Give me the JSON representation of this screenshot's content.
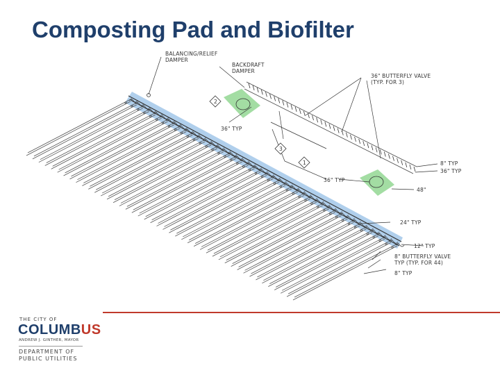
{
  "slide": {
    "title": "Composting Pad and Biofilter"
  },
  "diagram": {
    "labels": {
      "balancing_damper_1": "BALANCING/RELIEF",
      "balancing_damper_2": "DAMPER",
      "backdraft_damper_1": "BACKDRAFT",
      "backdraft_damper_2": "DAMPER",
      "butterfly_36_1": "36\" BUTTERFLY VALVE",
      "butterfly_36_2": "(TYP. FOR 3)",
      "typ_36_a": "36\" TYP",
      "typ_36_b": "36\" TYP",
      "typ_8_top": "8\" TYP",
      "typ_36_right": "36\" TYP",
      "size_48": "48\"",
      "typ_24": "24\" TYP",
      "typ_12": "12\" TYP",
      "butterfly_8_1": "8\" BUTTERFLY VALVE",
      "butterfly_8_2": "TYP (TYP. FOR 44)",
      "typ_8_bottom": "8\" TYP",
      "callout_2": "2",
      "callout_3": "3",
      "callout_1": "1"
    },
    "colors": {
      "highlight_blue": "#6fa8dc",
      "highlight_green": "#7ccf7c"
    }
  },
  "logo": {
    "city_of": "THE CITY OF",
    "columbus_main": "COLUMB",
    "columbus_us": "US",
    "mayor": "ANDREW J. GINTHER, MAYOR",
    "dept_line1": "DEPARTMENT OF",
    "dept_line2": "PUBLIC UTILITIES"
  },
  "colors": {
    "title": "#1f3f6b",
    "rule": "#c0392b",
    "accent_red": "#c0392b"
  }
}
